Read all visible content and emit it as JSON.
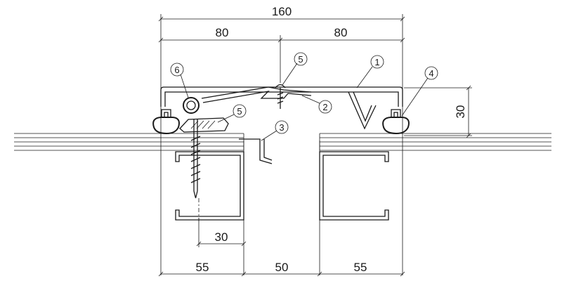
{
  "dimensions": {
    "total_width": "160",
    "left_half": "80",
    "right_half": "80",
    "height": "30",
    "screw_offset": "30",
    "left_support": "55",
    "gap": "50",
    "right_support": "55"
  },
  "callouts": {
    "c1": "1",
    "c2": "2",
    "c3": "3",
    "c4": "4",
    "c5_top": "5",
    "c5_low": "5",
    "c6": "6"
  },
  "colors": {
    "line": "#1a1a1a",
    "background": "#ffffff"
  }
}
